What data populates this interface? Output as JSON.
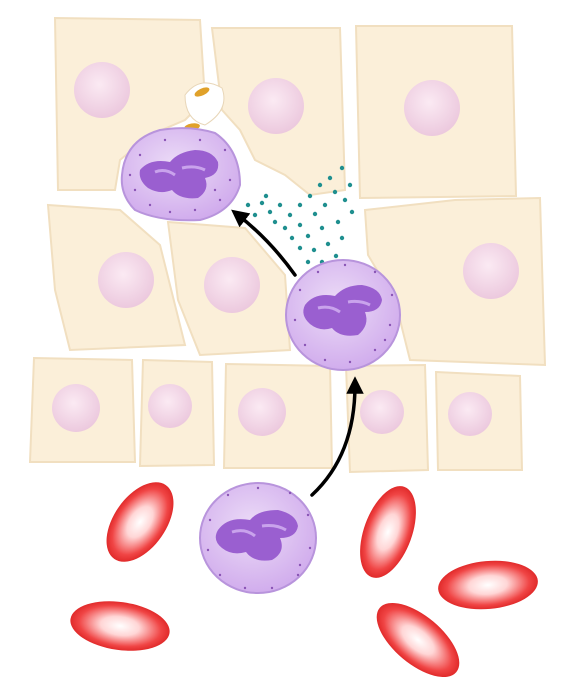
{
  "diagram": {
    "labels": [],
    "colors": {
      "background": "#ffffff",
      "tissue_cell_fill": "#fbefd9",
      "tissue_cell_edge": "#f1dfc0",
      "tissue_nucleus": "#f0d6e6",
      "neutrophil_fill": "#d9b6ee",
      "neutrophil_edge": "#b894dc",
      "neutrophil_nucleus": "#9a5fd0",
      "granule": "#8a55b5",
      "chemokine": "#1f8f8f",
      "bacteria": "#e0a12a",
      "red_blood_cell": "#ee2a2a",
      "arrow": "#000000"
    },
    "icons": [
      "tissue-cell",
      "neutrophil",
      "red-blood-cell",
      "bacteria",
      "chemokine-dot",
      "migration-arrow"
    ]
  }
}
